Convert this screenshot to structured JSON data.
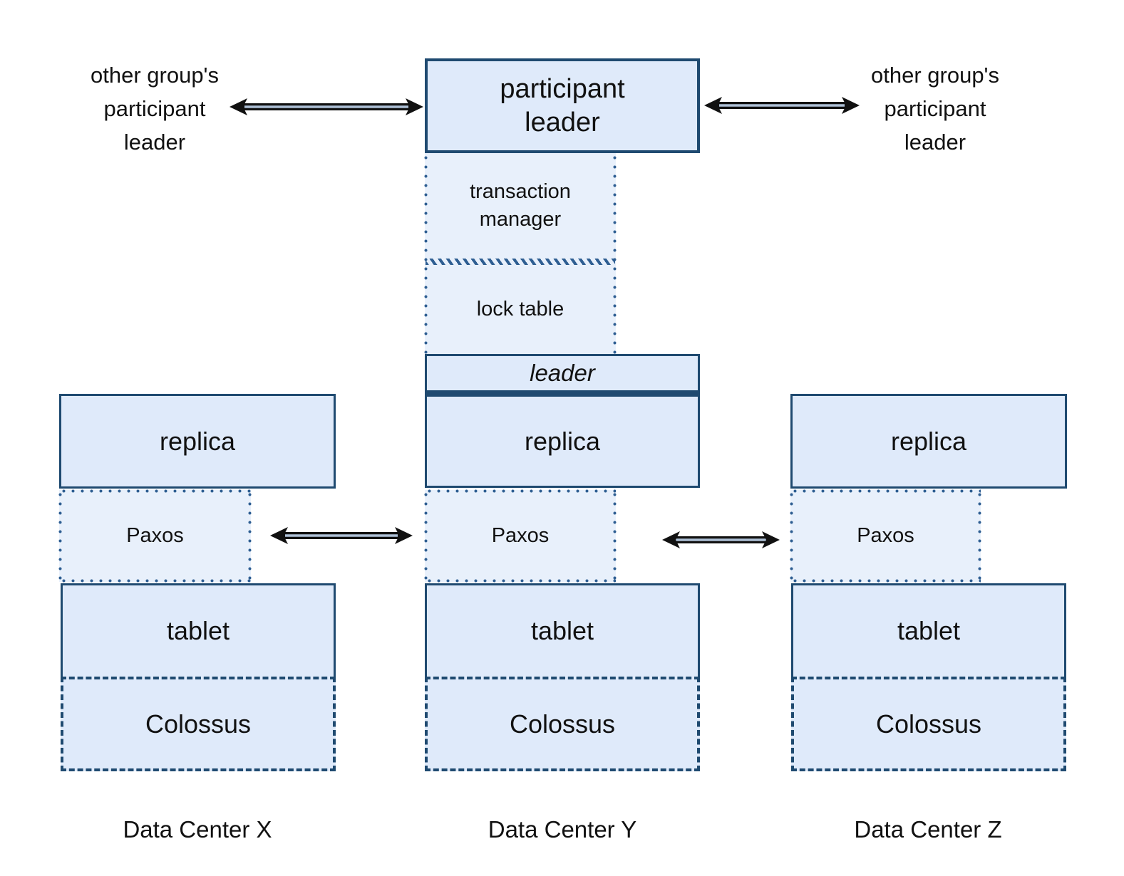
{
  "colors": {
    "box_fill": "#dfeafa",
    "region_fill": "#e8f0fb",
    "border": "#1f4a70",
    "dot": "#2e5e92",
    "text": "#111111",
    "arrow_inner": "#aec0d6"
  },
  "external": {
    "left_label": "other group's\nparticipant\nleader",
    "right_label": "other group's\nparticipant\nleader"
  },
  "group_stack": {
    "participant_leader": "participant\nleader",
    "transaction_manager": "transaction\nmanager",
    "lock_table": "lock table",
    "leader": "leader"
  },
  "columns": [
    {
      "replica": "replica",
      "paxos": "Paxos",
      "tablet": "tablet",
      "colossus": "Colossus",
      "label": "Data Center X"
    },
    {
      "replica": "replica",
      "paxos": "Paxos",
      "tablet": "tablet",
      "colossus": "Colossus",
      "label": "Data Center Y"
    },
    {
      "replica": "replica",
      "paxos": "Paxos",
      "tablet": "tablet",
      "colossus": "Colossus",
      "label": "Data Center Z"
    }
  ]
}
